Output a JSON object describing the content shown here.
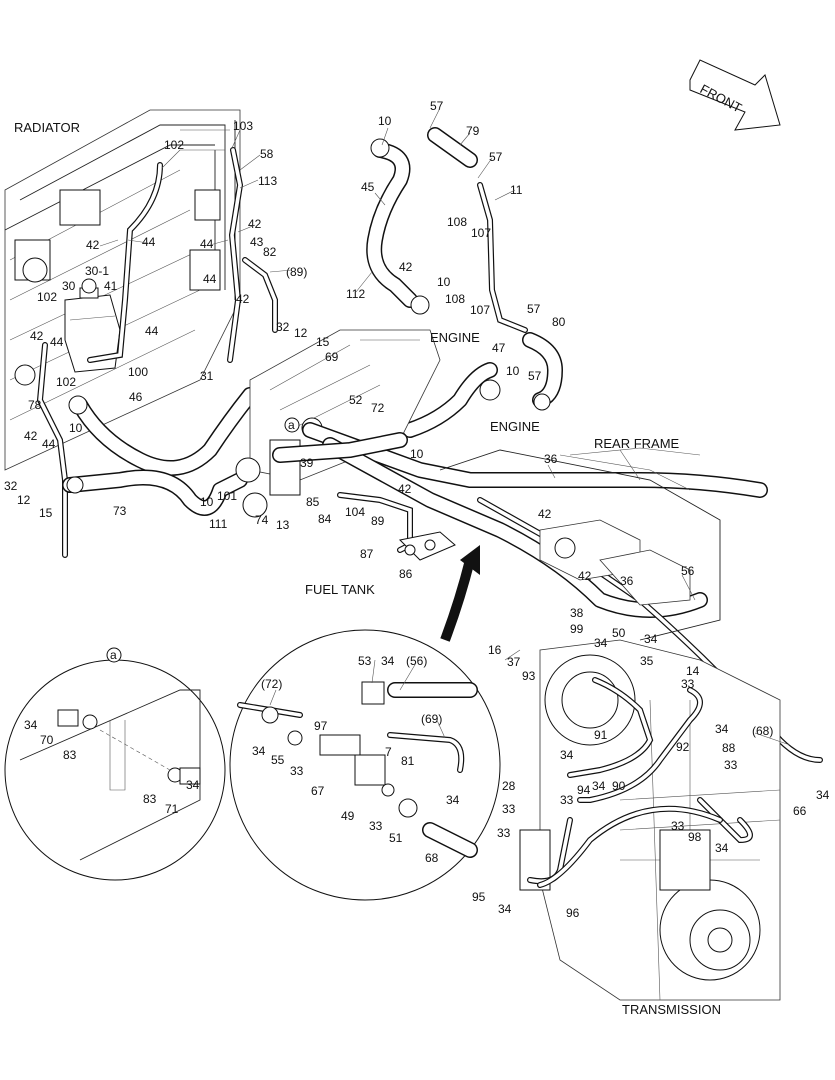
{
  "section_labels": {
    "radiator": "RADIATOR",
    "engine_top": "ENGINE",
    "engine_mid": "ENGINE",
    "rear_frame": "REAR FRAME",
    "fuel_tank": "FUEL TANK",
    "transmission": "TRANSMISSION",
    "front": "FRONT"
  },
  "callouts": {
    "detail_a": "a",
    "detail_a_small": "a",
    "n103": "103",
    "n102a": "102",
    "n58": "58",
    "n113": "113",
    "n42a": "42",
    "n44a": "44",
    "n42b": "42",
    "n44b": "44",
    "n43": "43",
    "n82": "82",
    "n89a": "(89)",
    "n44c": "44",
    "n42c": "42",
    "n30_1": "30-1",
    "n30": "30",
    "n41": "41",
    "n102b": "102",
    "n44d": "44",
    "n42d": "42",
    "n44e": "44",
    "n100": "100",
    "n102c": "102",
    "n31": "31",
    "n32a": "32",
    "n12a": "12",
    "n15a": "15",
    "n69a": "69",
    "n46": "46",
    "n78": "78",
    "n42e": "42",
    "n44f": "44",
    "n10a": "10",
    "n32b": "32",
    "n12b": "12",
    "n15b": "15",
    "n73": "73",
    "n10b": "10",
    "n101": "101",
    "n111": "111",
    "n74": "74",
    "n13": "13",
    "n39": "39",
    "n52": "52",
    "n72a": "72",
    "n10c": "10",
    "n85": "85",
    "n84": "84",
    "n104": "104",
    "n42f": "42",
    "n89b": "89",
    "n87": "87",
    "n86": "86",
    "n10d": "10",
    "n45": "45",
    "n42g": "42",
    "n112": "112",
    "n10e": "10",
    "n57a": "57",
    "n79": "79",
    "n57b": "57",
    "n11": "11",
    "n108a": "108",
    "n107a": "107",
    "n108b": "108",
    "n107b": "107",
    "n57c": "57",
    "n80": "80",
    "n57d": "57",
    "n47": "47",
    "n10f": "10",
    "n36a": "36",
    "n42h": "42",
    "n42i": "42",
    "n36b": "36",
    "n56": "56",
    "n38": "38",
    "n99": "99",
    "n16": "16",
    "n37": "37",
    "n93": "93",
    "n50": "50",
    "n34a": "34",
    "n35": "35",
    "n34b": "34",
    "n14": "14",
    "n33a": "33",
    "n91": "91",
    "n34c": "34",
    "n88": "88",
    "n33b": "33",
    "n92": "92",
    "n68a": "(68)",
    "n28": "28",
    "n33c": "33",
    "n94": "94",
    "n34d": "34",
    "n90": "90",
    "n34e": "34",
    "n33d": "33",
    "n98": "98",
    "n33e": "33",
    "n66": "66",
    "n34f": "34",
    "n33f": "33",
    "n95": "95",
    "n34g": "34",
    "n96": "96",
    "n34h": "34",
    "n53": "53",
    "n34i": "34",
    "n56b": "(56)",
    "n72b": "(72)",
    "n97": "97",
    "n69b": "(69)",
    "n34j": "34",
    "n55": "55",
    "n33g": "33",
    "n67": "67",
    "n7": "7",
    "n81": "81",
    "n49": "49",
    "n33h": "33",
    "n51": "51",
    "n34k": "34",
    "n68b": "68",
    "n34l": "34",
    "n70": "70",
    "n83a": "83",
    "n83b": "83",
    "n71": "71",
    "n34m": "34"
  }
}
